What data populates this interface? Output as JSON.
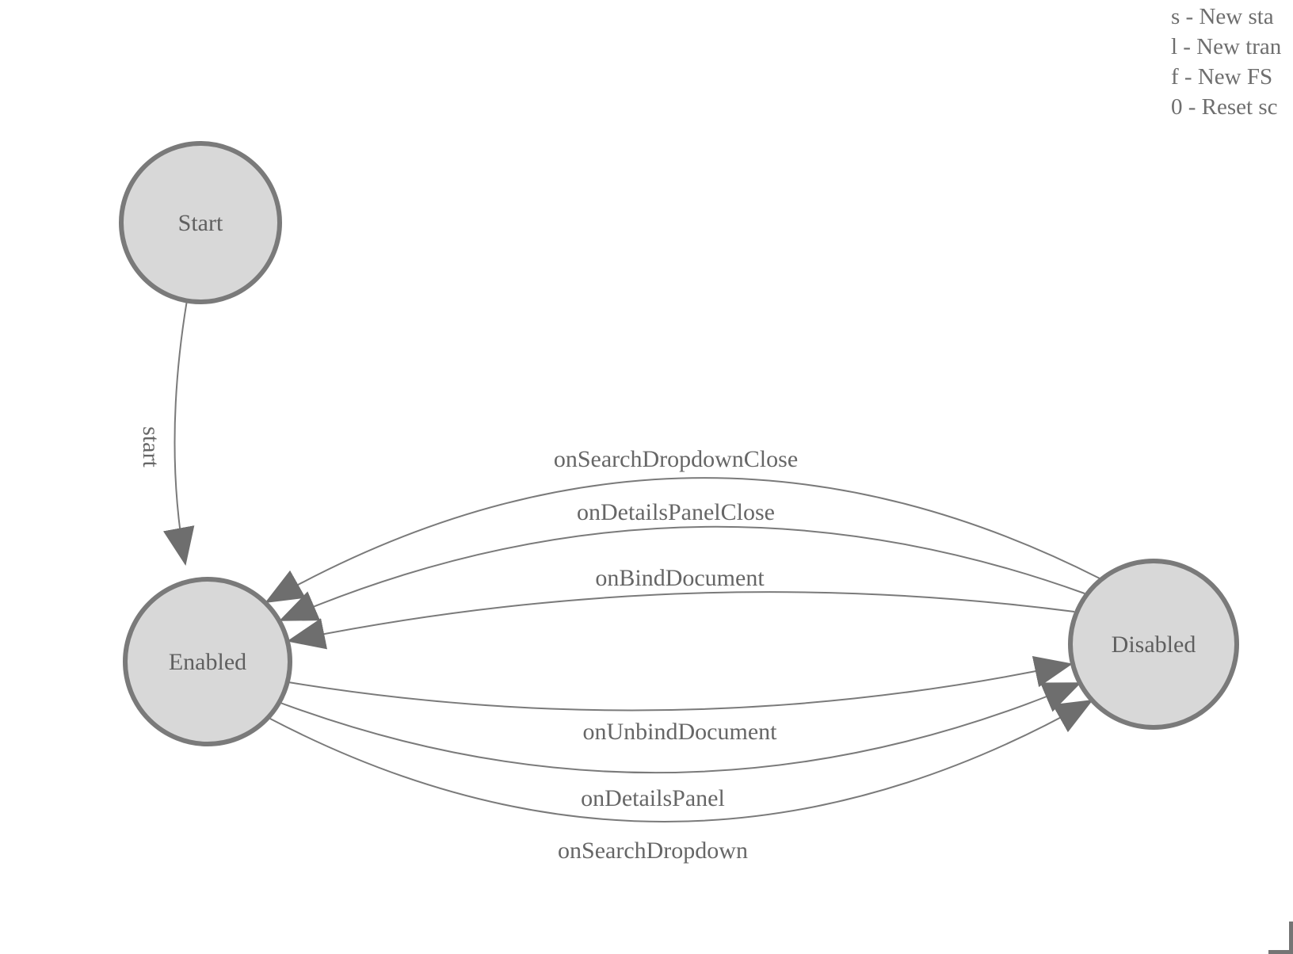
{
  "legend": {
    "lines": [
      "s - New sta",
      "l - New tran",
      "f - New FS",
      "0 - Reset sc"
    ]
  },
  "nodes": {
    "start": {
      "label": "Start"
    },
    "enabled": {
      "label": "Enabled"
    },
    "disabled": {
      "label": "Disabled"
    }
  },
  "edges": {
    "start_to_enabled": {
      "label": "start"
    },
    "disabled_to_enabled": [
      {
        "label": "onSearchDropdownClose"
      },
      {
        "label": "onDetailsPanelClose"
      },
      {
        "label": "onBindDocument"
      }
    ],
    "enabled_to_disabled": [
      {
        "label": "onUnbindDocument"
      },
      {
        "label": "onDetailsPanel"
      },
      {
        "label": "onSearchDropdown"
      }
    ]
  },
  "colors": {
    "background": "#ffffff",
    "node_fill": "#d8d8d8",
    "node_border": "#7a7a7a",
    "edge_line": "#7a7a7a",
    "arrowhead": "#6e6e6e",
    "node_text": "#5f5f5f",
    "edge_text": "#666666",
    "legend_text": "#6e6e6e",
    "bracket": "#757575"
  }
}
